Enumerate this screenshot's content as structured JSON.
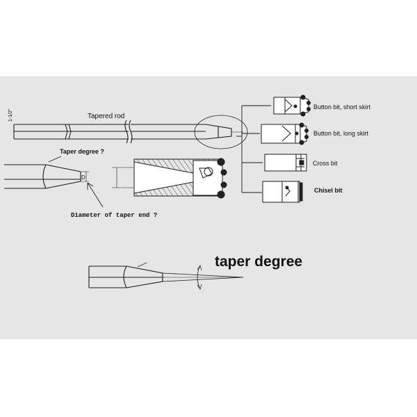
{
  "labels": {
    "rod_size": "1-1/2\"",
    "tapered_rod": "Tapered rod",
    "taper_degree_q": "Taper degree ?",
    "diameter_marker": "D",
    "diameter_q": "Diameter of taper end ?",
    "big_title": "taper degree"
  },
  "bits": [
    {
      "label": "Button bit, short skirt"
    },
    {
      "label": "Button bit, long skirt"
    },
    {
      "label": "Cross bit"
    },
    {
      "label": "Chisel bit"
    }
  ],
  "colors": {
    "panel": "#e6e6e6",
    "line": "#1a1a1a",
    "bit_fill": "#ffffff",
    "dark_fill": "#222222"
  }
}
